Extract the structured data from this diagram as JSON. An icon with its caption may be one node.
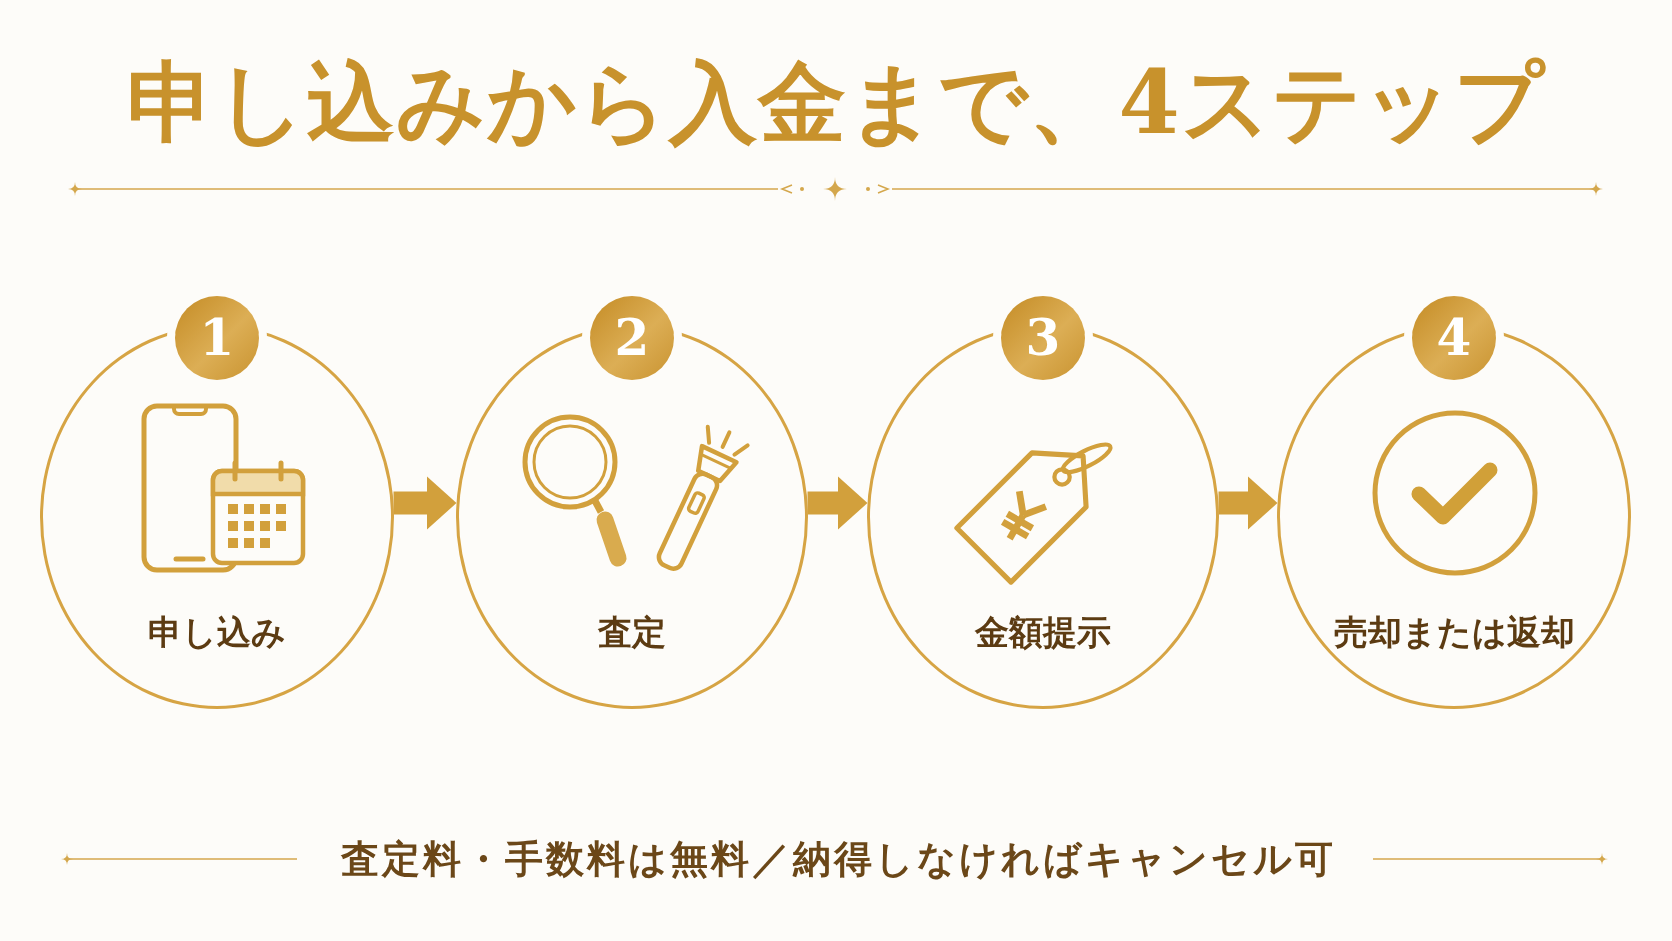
{
  "diagram": {
    "title": "申し込みから入金まで、4ステップ",
    "nodes": [
      {
        "text": [
          "1"
        ]
      },
      {
        "text": [
          "申し込み"
        ]
      },
      {
        "text": [
          "2"
        ]
      },
      {
        "text": [
          "査定"
        ]
      },
      {
        "text": [
          "3"
        ]
      },
      {
        "text": [
          "金額提示"
        ]
      },
      {
        "text": [
          "4"
        ]
      },
      {
        "text": [
          "売却または返却"
        ]
      }
    ],
    "edges": [
      {
        "from": 1,
        "to": 3,
        "arrow": "to"
      },
      {
        "from": 3,
        "to": 5,
        "arrow": "to"
      },
      {
        "from": 5,
        "to": 7,
        "arrow": "to"
      }
    ],
    "caption": "査定料・手数料は無料／納得しなければキャンセル可"
  }
}
